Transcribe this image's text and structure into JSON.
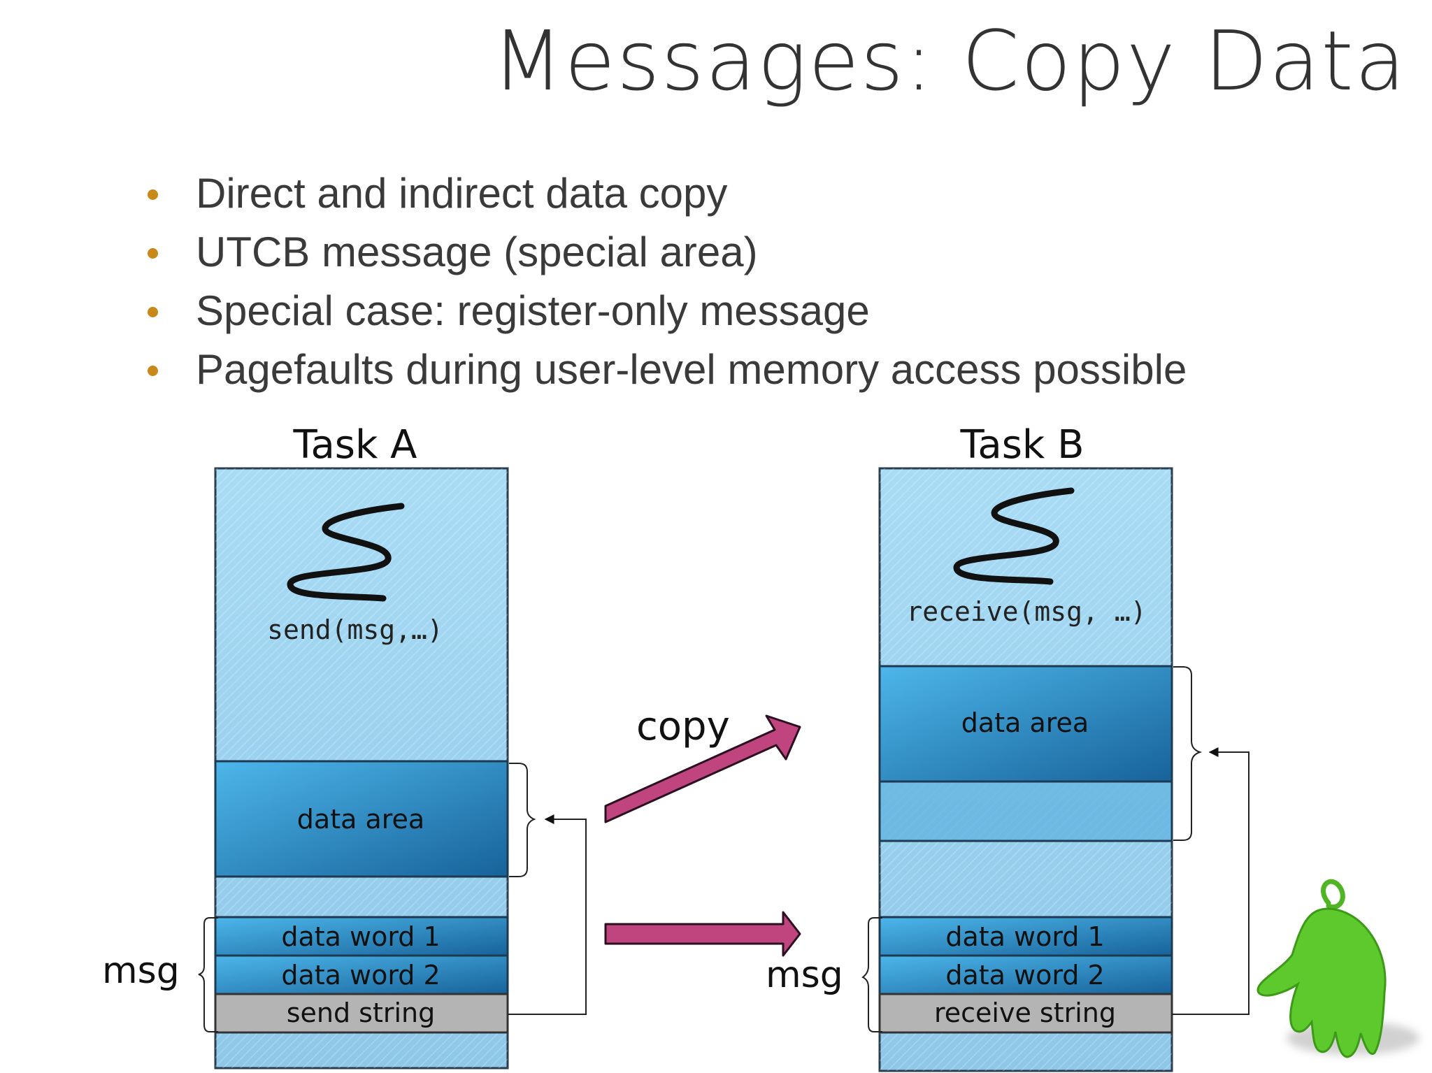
{
  "title": "Messages: Copy Data",
  "bullets": [
    "Direct and indirect data copy",
    "UTCB message (special area)",
    "Special case: register-only message",
    "Pagefaults during user-level memory access possible"
  ],
  "task_a": {
    "label": "Task A",
    "call": "send(msg,…)",
    "data_area": "data area",
    "word1": "data word 1",
    "word2": "data word 2",
    "string": "send string",
    "msg": "msg"
  },
  "task_b": {
    "label": "Task B",
    "call": "receive(msg, …)",
    "data_area": "data area",
    "word1": "data word 1",
    "word2": "data word 2",
    "string": "receive string",
    "msg": "msg"
  },
  "copy_label": "copy",
  "colors": {
    "bullet": "#c8891a",
    "task_fill": "#a9d8f2",
    "data_block": "#2f95cf",
    "copy_arrow": "#c0457e",
    "string_fill": "#b4b4b4",
    "mascot": "#5dc92c"
  }
}
